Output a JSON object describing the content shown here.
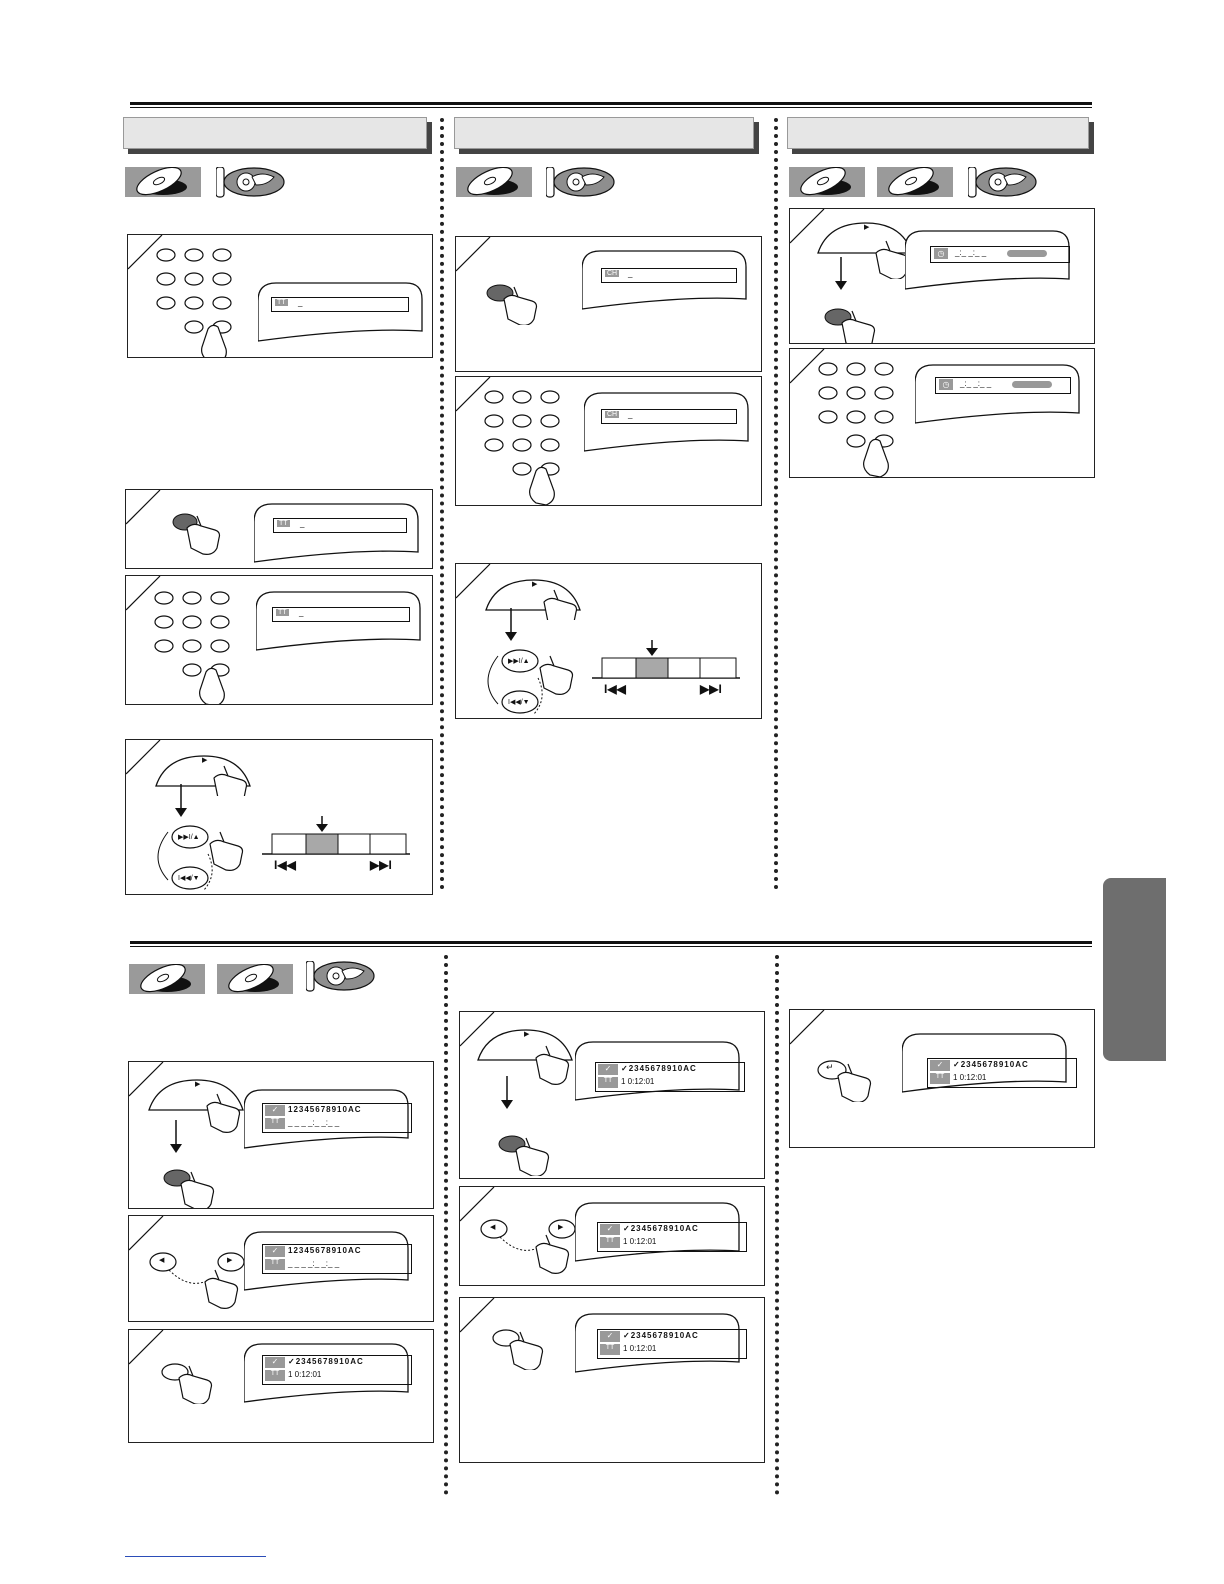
{
  "colors": {
    "header_bg": "#e6e6e6",
    "tab": "#6e6e6e",
    "highlight": "#a8a8a8",
    "ink": "#111111"
  },
  "osd": {
    "tt": "TT",
    "ch": "CH",
    "blank": "_",
    "time_blank": "_:_ _:_ _",
    "repeat_check": "✓",
    "marker_row_all": "12345678910AC",
    "marker_row_set": "✓2345678910AC",
    "marker_time_blank": "_ _ _ _:_ _:_ _",
    "marker_time_set": "1  0:12:01"
  },
  "buttons": {
    "play": "▶",
    "skip_up": "▶▶I/▲",
    "skip_down": "I◀◀/▼",
    "left": "◀",
    "right": "▶",
    "return": "↵",
    "skip_prev_icon": "I◀◀",
    "skip_next_icon": "▶▶I"
  },
  "icons": [
    "disc-icon",
    "remote-disc-icon",
    "hand-press-icon",
    "down-arrow-icon",
    "clock-icon"
  ]
}
